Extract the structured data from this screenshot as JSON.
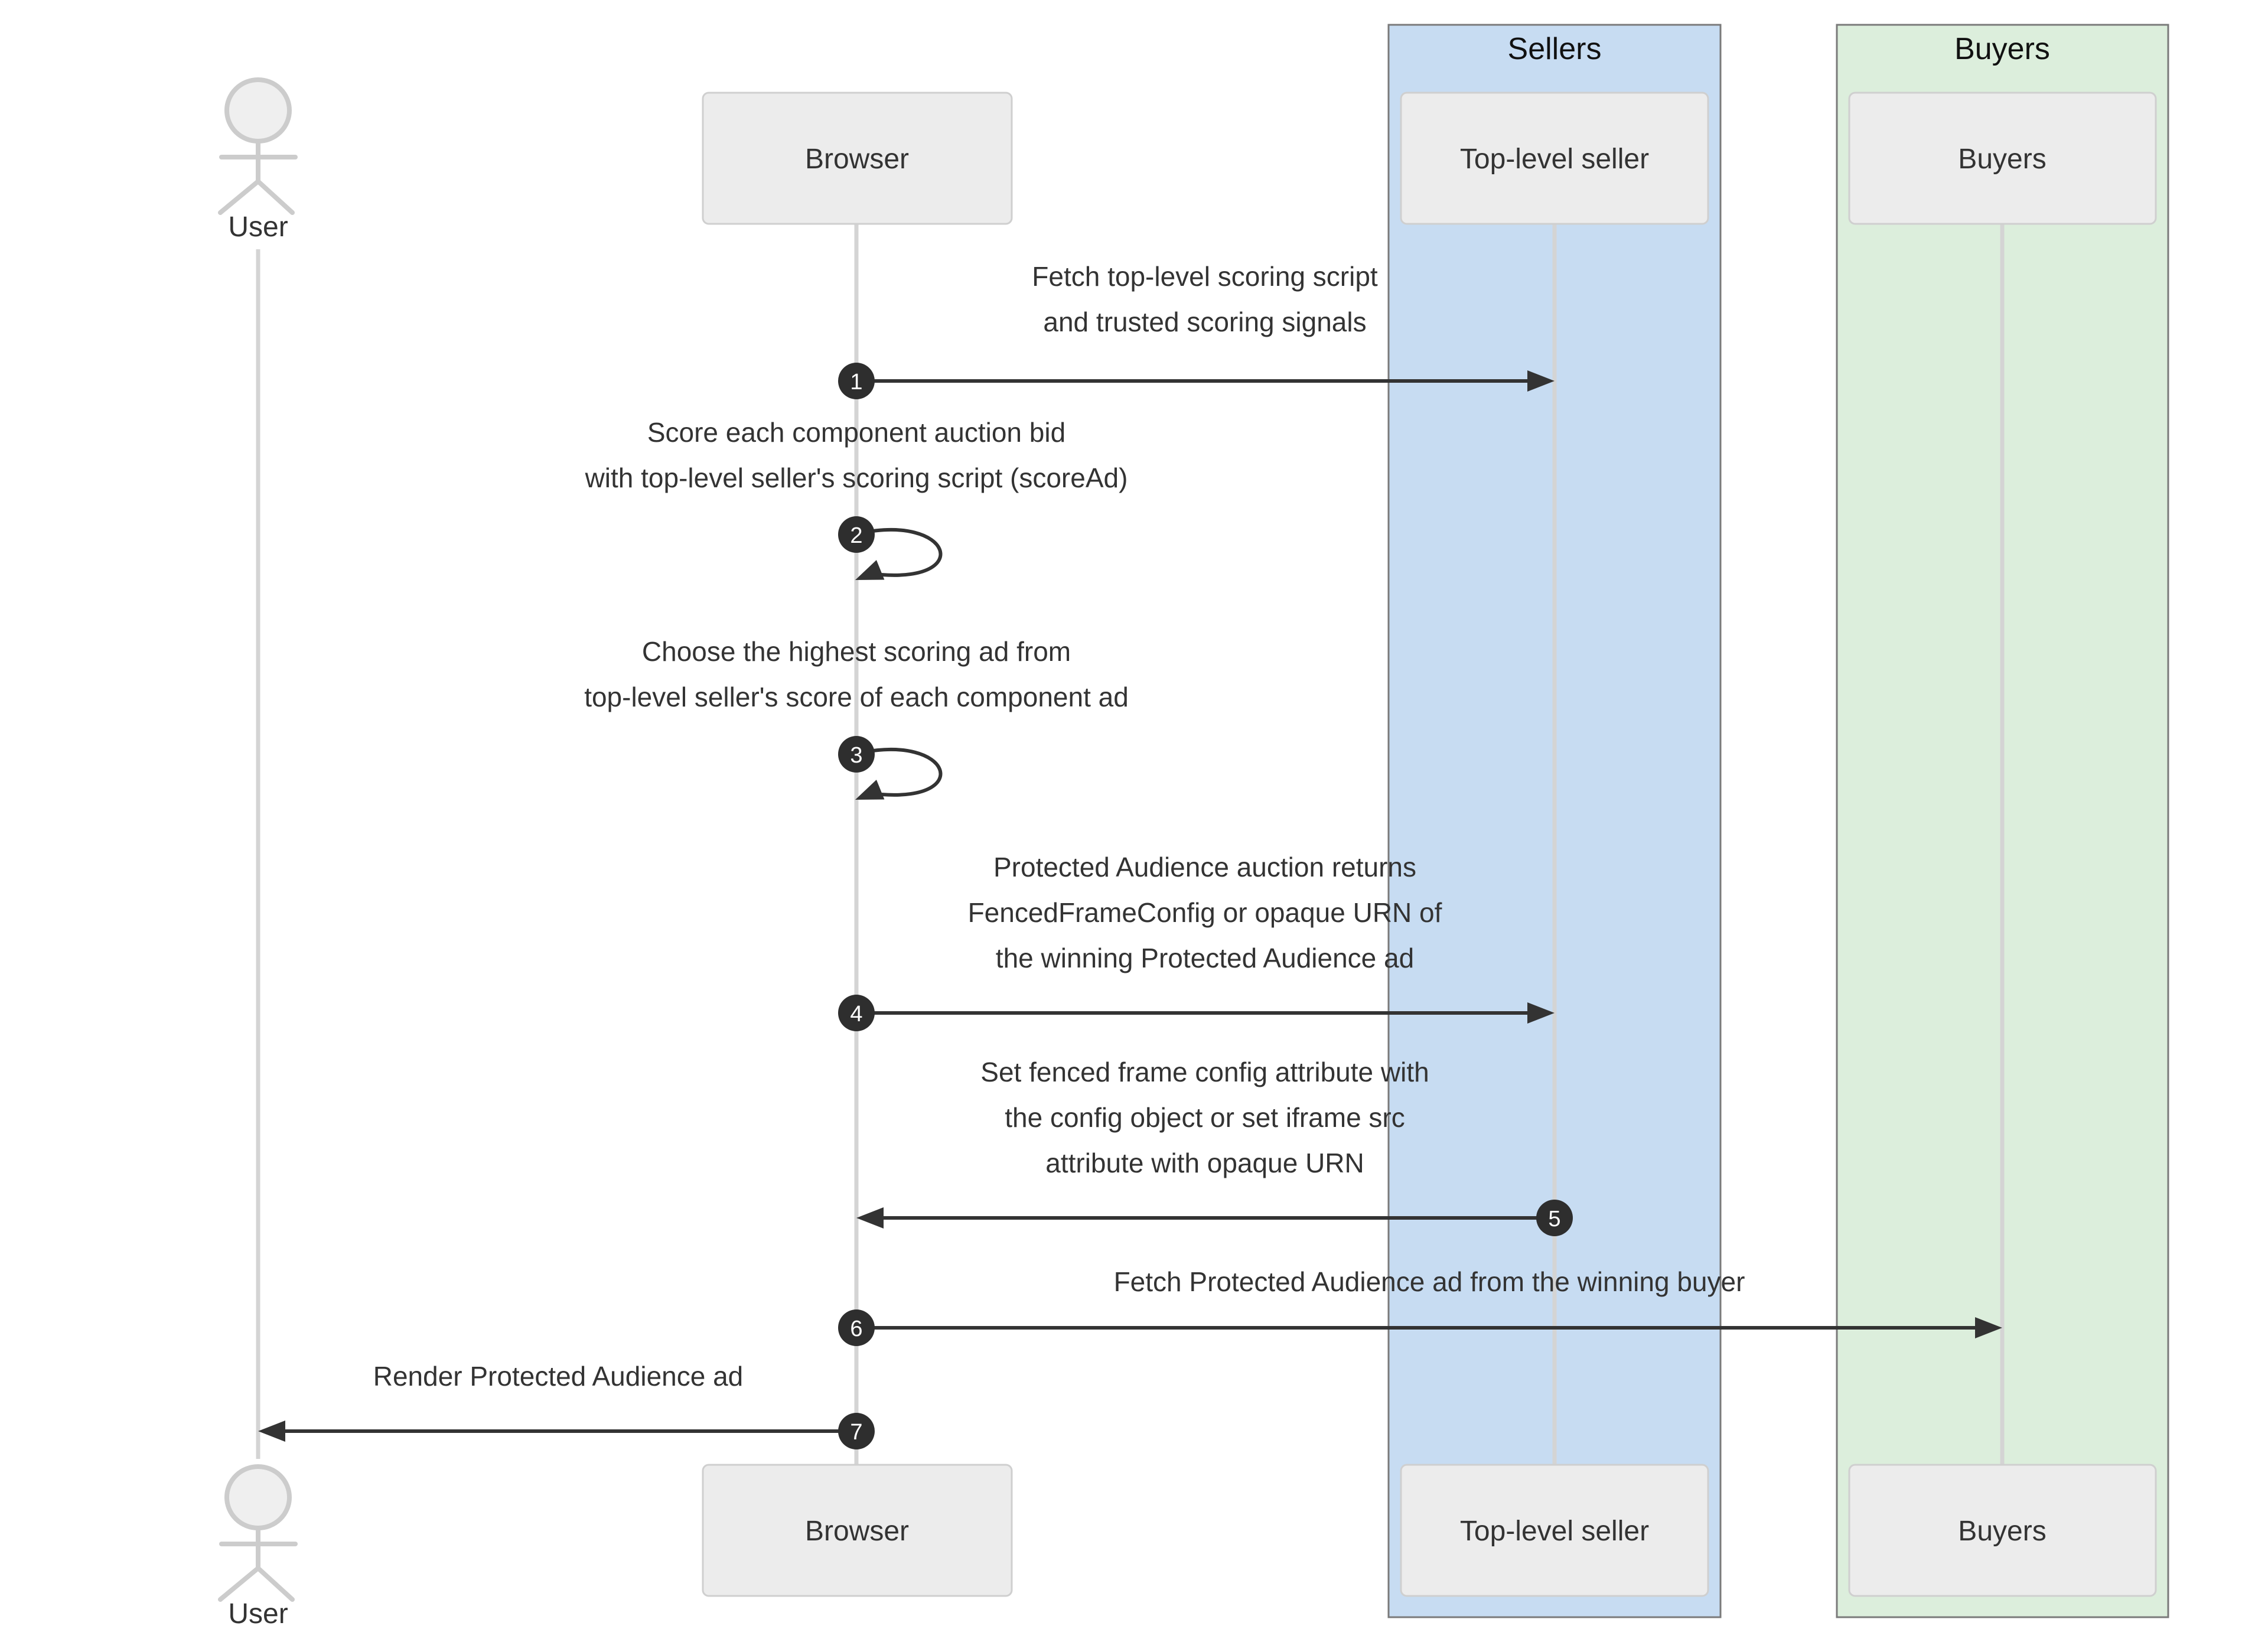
{
  "diagram": {
    "type": "sequence-diagram",
    "background": "#ffffff",
    "colors": {
      "sellers_band_fill": "#C7DCF2",
      "buyers_band_fill": "#DCEEDC",
      "band_border": "#7a7a7a",
      "participant_fill": "#ECECEC",
      "participant_border": "#CFCFCF",
      "lifeline": "#D4D4D4",
      "actor_stroke": "#CCCCCC",
      "arrow": "#333333",
      "sequence_number_bg": "#2E2E2E",
      "sequence_number_text": "#ffffff",
      "text": "#333333"
    },
    "groups": [
      {
        "label": "Sellers"
      },
      {
        "label": "Buyers"
      }
    ],
    "actors": [
      {
        "label": "User",
        "kind": "actor"
      },
      {
        "label": "Browser",
        "kind": "participant"
      },
      {
        "label": "Top-level seller",
        "kind": "participant",
        "group": "Sellers"
      },
      {
        "label": "Buyers",
        "kind": "participant",
        "group": "Buyers"
      }
    ],
    "messages": [
      {
        "seq": "1",
        "from": "Browser",
        "to": "Top-level seller",
        "style": "solid-arrow",
        "lines": [
          "Fetch top-level scoring script",
          "and trusted scoring signals"
        ]
      },
      {
        "seq": "2",
        "from": "Browser",
        "to": "Browser",
        "style": "self-loop",
        "lines": [
          "Score each component auction bid",
          "with top-level seller's scoring script (scoreAd)"
        ]
      },
      {
        "seq": "3",
        "from": "Browser",
        "to": "Browser",
        "style": "self-loop",
        "lines": [
          "Choose the highest scoring ad from",
          "top-level seller's score of each component ad"
        ]
      },
      {
        "seq": "4",
        "from": "Browser",
        "to": "Top-level seller",
        "style": "solid-arrow",
        "lines": [
          "Protected Audience auction returns",
          "FencedFrameConfig or opaque URN of",
          "the winning Protected Audience ad"
        ]
      },
      {
        "seq": "5",
        "from": "Top-level seller",
        "to": "Browser",
        "style": "solid-arrow",
        "lines": [
          "Set fenced frame config attribute with",
          "the config object or set iframe src",
          "attribute with opaque URN"
        ]
      },
      {
        "seq": "6",
        "from": "Browser",
        "to": "Buyers",
        "style": "solid-arrow",
        "lines": [
          "Fetch Protected Audience ad from the winning buyer"
        ]
      },
      {
        "seq": "7",
        "from": "Browser",
        "to": "User",
        "style": "solid-arrow",
        "lines": [
          "Render Protected Audience ad"
        ]
      }
    ]
  }
}
